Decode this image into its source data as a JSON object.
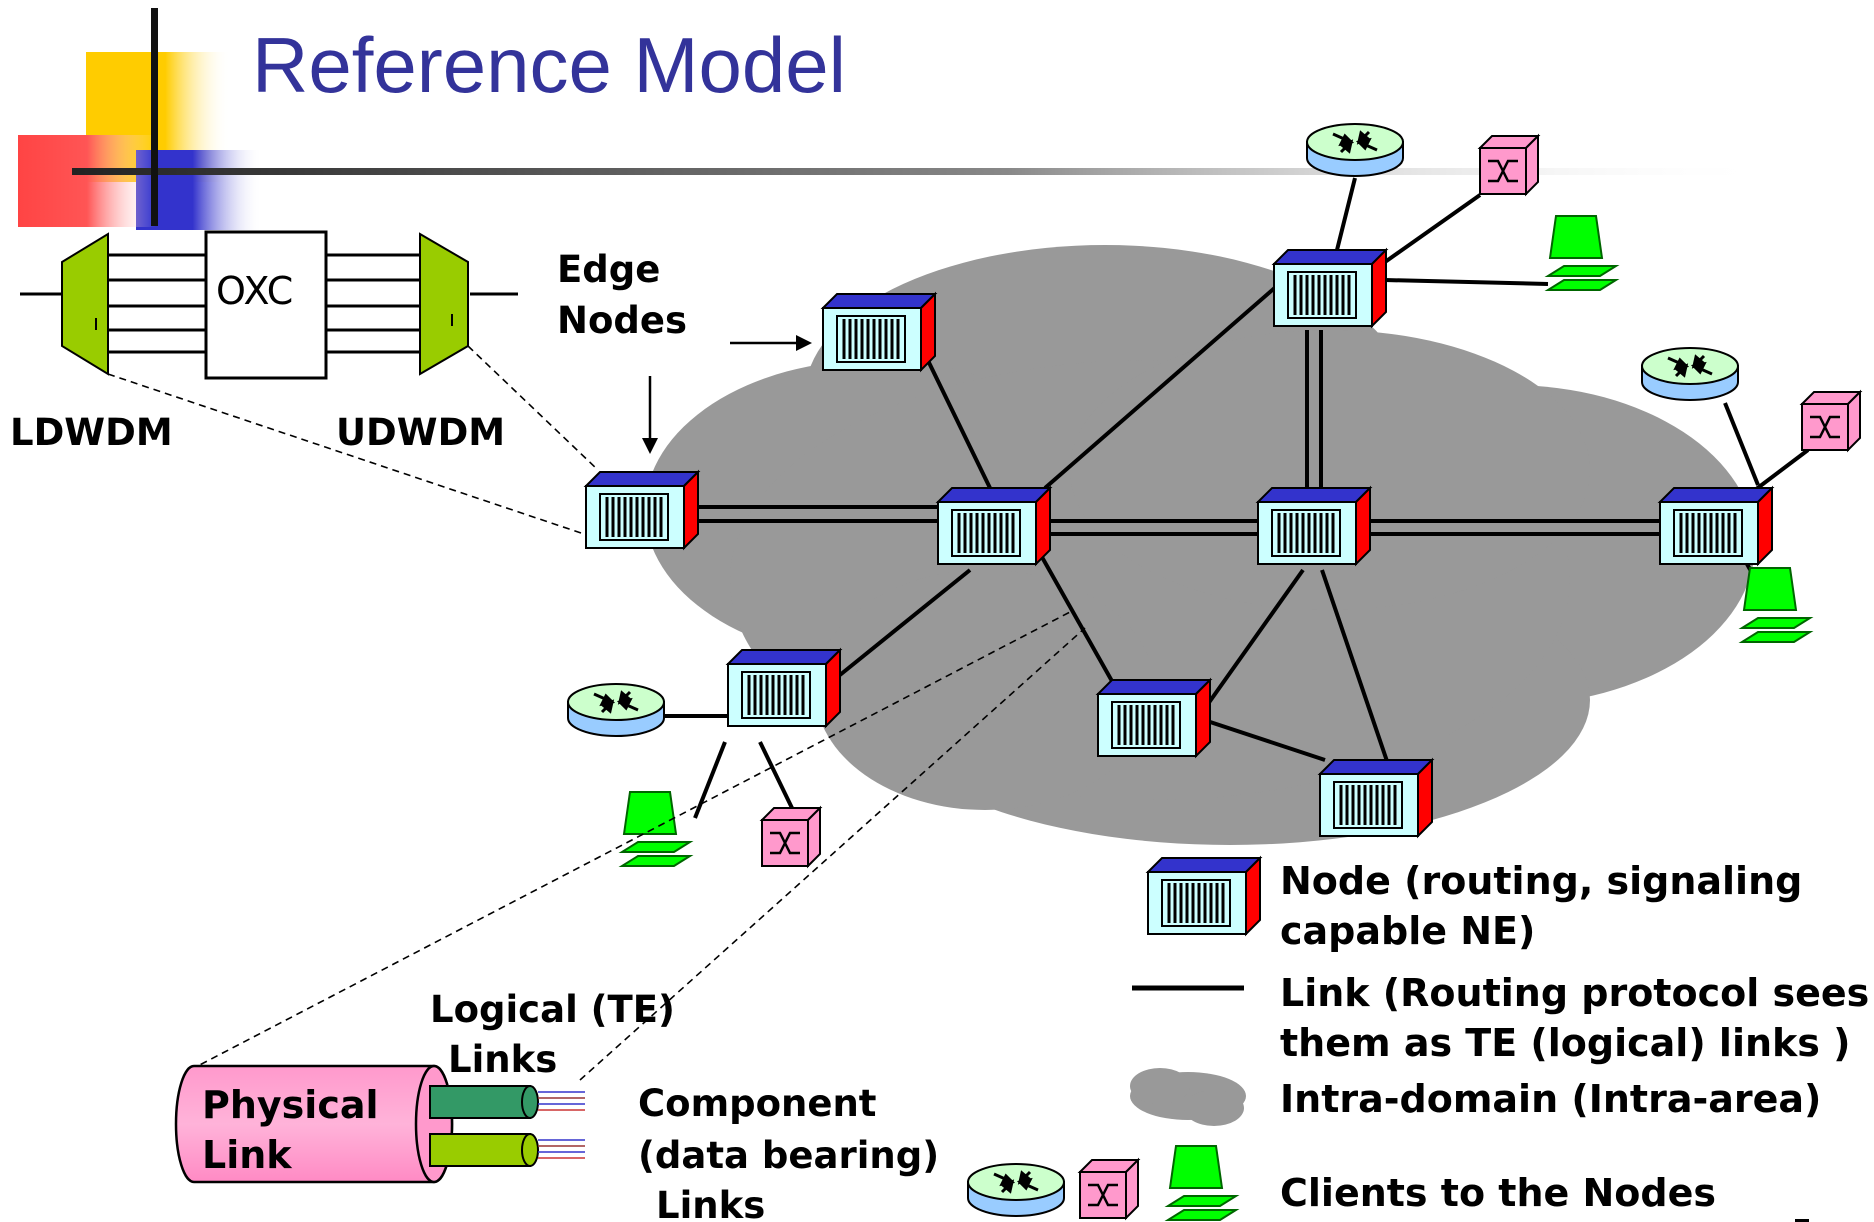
{
  "slide": {
    "title": "Reference Model"
  },
  "diagram": {
    "oxc_label": "OXC",
    "ldwdm_label": "LDWDM",
    "udwdm_label": "UDWDM",
    "edge_nodes_line1": "Edge",
    "edge_nodes_line2": "Nodes",
    "logical_links_line1": "Logical (TE)",
    "logical_links_line2": "Links",
    "physical_link_line1": "Physical",
    "physical_link_line2": "Link",
    "component_links_line1": "Component",
    "component_links_line2": "(data bearing)",
    "component_links_line3": "Links"
  },
  "legend": {
    "node_line1": "Node (routing, signaling",
    "node_line2": "capable NE)",
    "link_line1": "Link (Routing protocol sees",
    "link_line2": "them as TE (logical) links )",
    "domain": "Intra-domain (Intra-area)",
    "clients": "Clients to the Nodes"
  },
  "colors": {
    "title": "#33339a",
    "cloud": "#999999",
    "node_front": "#ccffff",
    "node_side": "#ff0000",
    "node_top": "#3333cc",
    "router": "#ccffcc",
    "router_base": "#99ccff",
    "switch": "#ff99cc",
    "terminal": "#00ff00",
    "mux": "#99cc00",
    "physical_link": "#ff99cc",
    "fiber_1": "#339966",
    "fiber_2": "#99cc00"
  }
}
